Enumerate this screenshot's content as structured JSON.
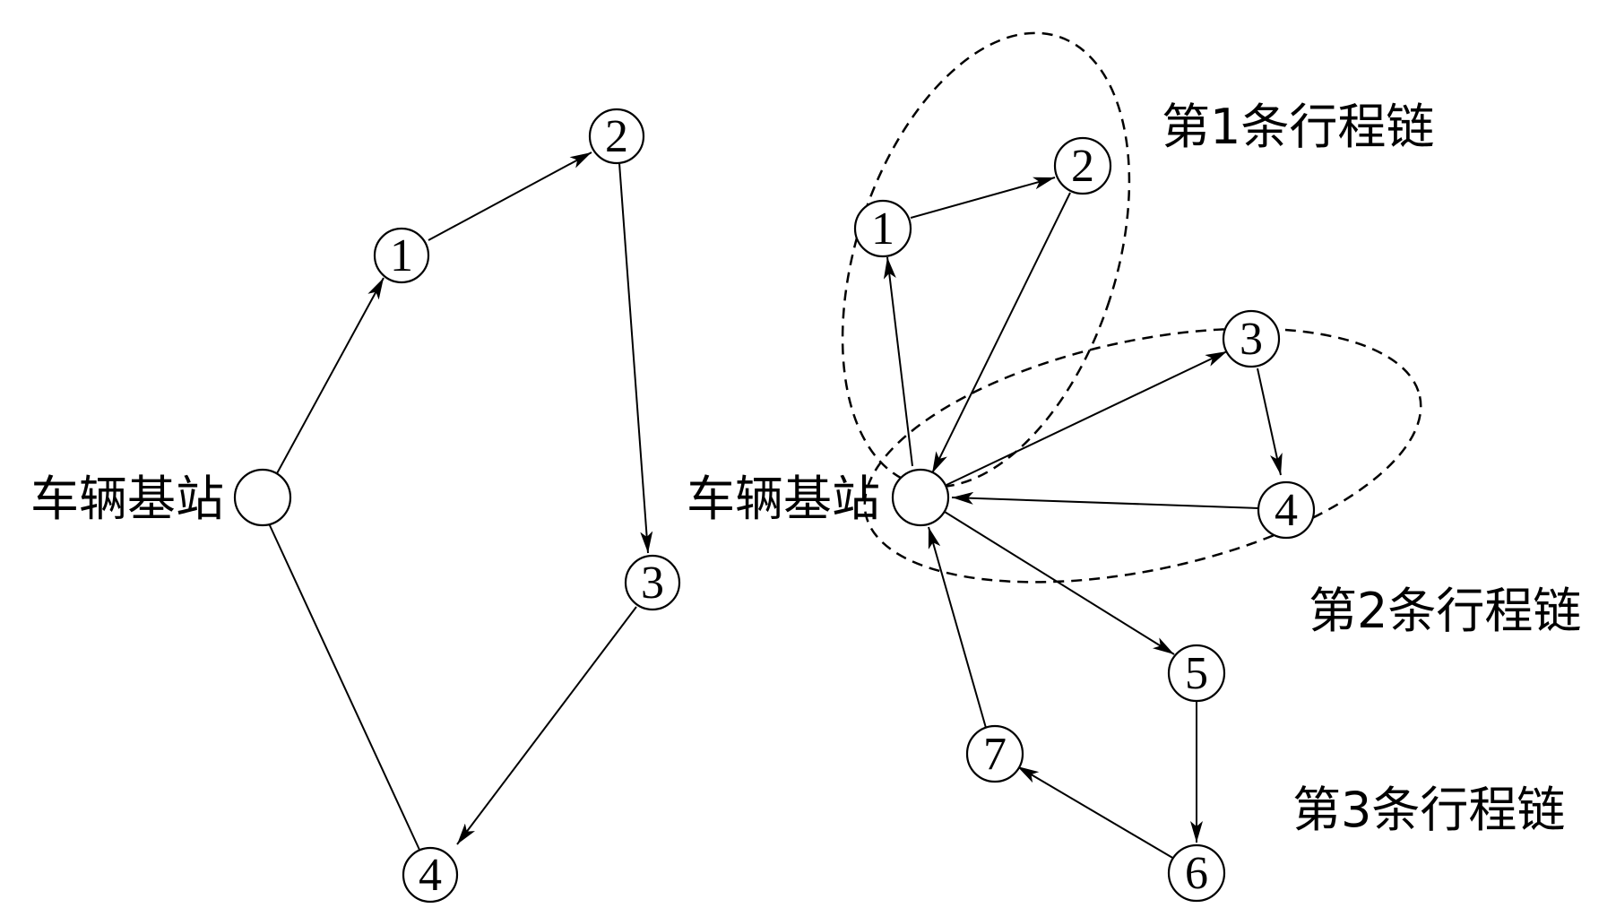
{
  "left_diagram": {
    "depot_label": "车辆基站",
    "nodes": [
      "1",
      "2",
      "3",
      "4"
    ]
  },
  "right_diagram": {
    "depot_label": "车辆基站",
    "nodes": [
      "1",
      "2",
      "3",
      "4",
      "5",
      "6",
      "7"
    ],
    "chains": [
      {
        "label": "第1条行程链"
      },
      {
        "label": "第2条行程链"
      },
      {
        "label": "第3条行程链"
      }
    ]
  },
  "colors": {
    "stroke": "#000000",
    "background": "#ffffff"
  }
}
